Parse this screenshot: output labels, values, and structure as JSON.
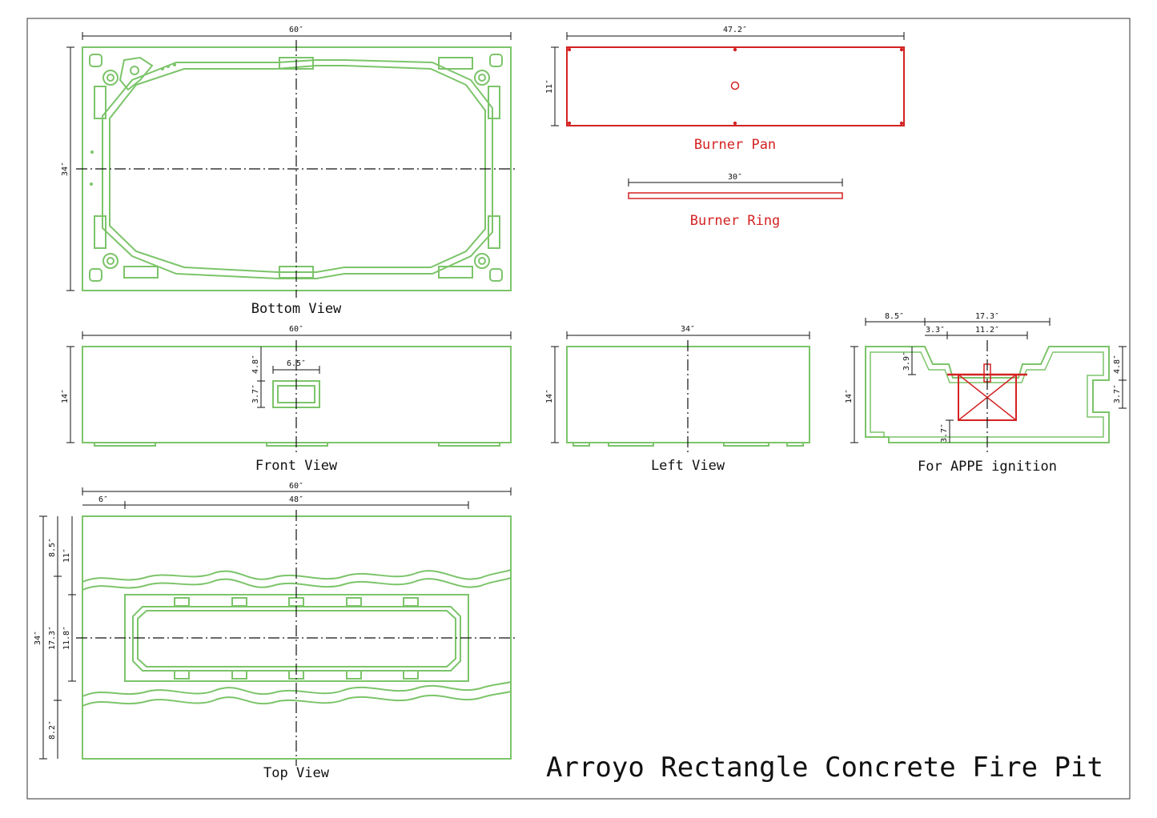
{
  "title": "Arroyo Rectangle Concrete Fire Pit",
  "colors": {
    "outline": "#7cc46a",
    "burner": "#d42222",
    "ink": "#111111"
  },
  "views": {
    "bottom": {
      "label": "Bottom View",
      "width": "60″",
      "height": "34″"
    },
    "front": {
      "label": "Front View",
      "width": "60″",
      "height": "14″",
      "opening_w": "6.5″",
      "opening_top": "4.8″",
      "opening_h": "3.7″"
    },
    "left": {
      "label": "Left View",
      "width": "34″",
      "height": "14″"
    },
    "section": {
      "label": "For APPE ignition",
      "d1": "8.5″",
      "d2": "17.3″",
      "d3": "3.3″",
      "d4": "11.2″",
      "d5": "3.9″",
      "d6": "14″",
      "d7": "3.7″",
      "d8": "4.8″",
      "d9": "3.7″"
    },
    "top": {
      "label": "Top View",
      "width": "60″",
      "left_off": "6″",
      "inner_w": "48″",
      "h_total": "34″",
      "h_a": "8.5″",
      "h_b": "11″",
      "h_c": "17.3″",
      "h_d": "11.8″",
      "h_e": "8.2″"
    }
  },
  "parts": {
    "burner_pan": {
      "label": "Burner Pan",
      "width": "47.2″",
      "height": "11″"
    },
    "burner_ring": {
      "label": "Burner Ring",
      "width": "30″"
    }
  }
}
